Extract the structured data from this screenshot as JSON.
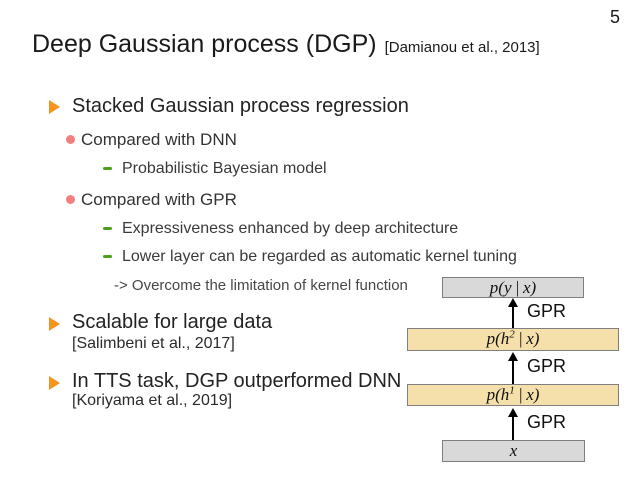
{
  "slide": {
    "page_number": "5",
    "title": "Deep Gaussian process (DGP)",
    "title_citation": "[Damianou et al., 2013]"
  },
  "bullets": {
    "stacked_gpr": "Stacked Gaussian process regression",
    "compared_dnn": "Compared with DNN",
    "prob_bayes": "Probabilistic Bayesian model",
    "compared_gpr": "Compared with GPR",
    "expressiveness": "Expressiveness enhanced by deep architecture",
    "lower_layer": "Lower layer can be regarded as automatic kernel tuning",
    "overcome_note": "-> Overcome the limitation of kernel function",
    "scalable": "Scalable for large data",
    "scalable_citation": "[Salimbeni et al., 2017]",
    "tts": "In TTS task, DGP outperformed DNN",
    "tts_citation": "[Koriyama et al., 2019]"
  },
  "diagram": {
    "gpr_labels": [
      "GPR",
      "GPR",
      "GPR"
    ],
    "boxes": [
      {
        "id": "p-y-given-x",
        "pre": "p(y | x)",
        "sup": "",
        "post": "",
        "fill": "#d9d9d9"
      },
      {
        "id": "p-h2-given-x",
        "pre": "p(h",
        "sup": "2",
        "post": " | x)",
        "fill": "#f5dfab"
      },
      {
        "id": "p-h1-given-x",
        "pre": "p(h",
        "sup": "1",
        "post": " | x)",
        "fill": "#f5dfab"
      },
      {
        "id": "x-input",
        "pre": "x",
        "sup": "",
        "post": "",
        "fill": "#d9d9d9"
      }
    ]
  },
  "colors": {
    "triangle_bullet": "#f7941e",
    "circle_bullet": "#f08080",
    "dash_bullet": "#4e9f1b",
    "box_gray": "#d9d9d9",
    "box_tan": "#f5dfab",
    "box_border": "#7f7f7f",
    "arrow": "#000000"
  }
}
